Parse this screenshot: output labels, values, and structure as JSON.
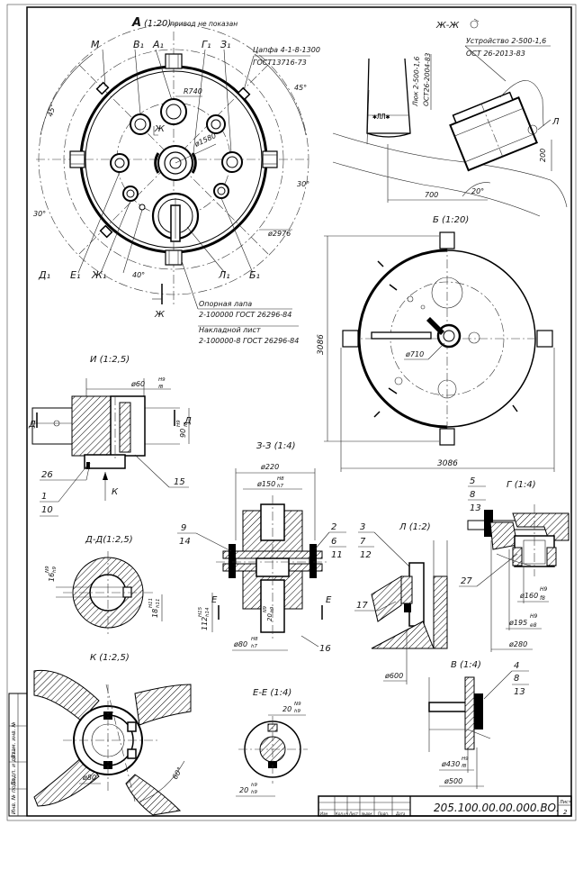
{
  "view_a": {
    "title": "А",
    "scale": "(1:20)",
    "note": "привод не показан",
    "top_labels": [
      "М",
      "В₁",
      "А₁",
      "Г₁",
      "З₁"
    ],
    "bottom_labels": [
      "Д₁",
      "Е₁",
      "Ж₁",
      "Л₁",
      "Б₁"
    ],
    "radius": "R740",
    "dia_1580": "ø1580",
    "dia_2976": "ø2976",
    "angle_45_left": "45°",
    "angle_45_right": "45°",
    "angle_30_left": "30°",
    "angle_30_right": "30°",
    "angle_40": "40°",
    "section_mark": "Ж",
    "trunnion_1": "Цапфа 4-1-8-1300",
    "trunnion_2": "ГОСТ13716-73",
    "support_1": "Опорная лапа",
    "support_2": "2-100000 ГОСТ 26296-84",
    "plate_1": "Накладной лист",
    "plate_2": "2-100000-8 ГОСТ 26296-84"
  },
  "view_zh": {
    "title": "Ж-Ж",
    "device_1": "Устройство 2-500-1,6",
    "device_2": "ОСТ 26-2013-83",
    "hatch_1": "Люк 2-500-1,6",
    "hatch_2": "ОСТ26-2004-83",
    "mark_l": "Л",
    "dim_700": "700",
    "dim_200": "200",
    "angle_20": "20°"
  },
  "view_b": {
    "title": "Б (1:20)",
    "dim_vertical": "3086",
    "dim_horizontal": "3086",
    "dia_710": "ø710"
  },
  "view_i": {
    "title": "И (1:2,5)",
    "dia": "ø60",
    "dia_tol_top": "H9",
    "dia_tol_bot": "f8",
    "dim_90": "90",
    "dim_90_tol_top": "H9",
    "dim_90_tol_bot": "f8",
    "section_mark": "Д",
    "view_mark": "К",
    "pos": [
      "26",
      "1",
      "10",
      "15"
    ]
  },
  "view_33": {
    "title": "З-З (1:4)",
    "dia_220": "ø220",
    "dia_150": "ø150",
    "dia_150_tol_top": "H8",
    "dia_150_tol_bot": "h7",
    "dia_80": "ø80",
    "dia_80_tol_top": "H8",
    "dia_80_tol_bot": "h7",
    "dim_112": "112",
    "dim_112_tol_top": "H15",
    "dim_112_tol_bot": "h14",
    "dim_20": "20",
    "dim_20_tol_top": "N9",
    "dim_20_tol_bot": "h9",
    "section_mark": "Е",
    "pos_left": [
      "9",
      "14"
    ],
    "pos_right": [
      "2",
      "6",
      "11"
    ],
    "pos_bottom": "16"
  },
  "view_l": {
    "title": "Л (1:2)",
    "pos": [
      "3",
      "7",
      "12"
    ],
    "pos_17": "17",
    "dia_600": "ø600"
  },
  "view_g": {
    "title": "Г (1:4)",
    "pos": [
      "5",
      "8",
      "13"
    ],
    "pos_27": "27",
    "dia_160": "ø160",
    "dia_160_tol_top": "H9",
    "dia_160_tol_bot": "f8",
    "dia_195": "ø195",
    "dia_195_tol_top": "H9",
    "dia_195_tol_bot": "e8",
    "dia_280": "ø280"
  },
  "view_dd": {
    "title": "Д-Д(1:2,5)",
    "dim_16": "16",
    "dim_16_tol_top": "N9",
    "dim_16_tol_bot": "h9",
    "dim_18": "18",
    "dim_18_tol_top": "H11",
    "dim_18_tol_bot": "h11"
  },
  "view_k": {
    "title": "К (1:2,5)",
    "dia_80": "ø80",
    "angle_60": "60°"
  },
  "view_ee": {
    "title": "Е-Е (1:4)",
    "dim_20_top": "20",
    "dim_20_top_tol_top": "N9",
    "dim_20_top_tol_bot": "h9",
    "dim_20_bot": "20",
    "dim_20_bot_tol_top": "h9",
    "dim_20_bot_tol_bot": "h9"
  },
  "view_v": {
    "title": "В (1:4)",
    "pos": [
      "4",
      "8",
      "13"
    ],
    "dia_430": "ø430",
    "dia_430_tol_top": "H9",
    "dia_430_tol_bot": "f8",
    "dia_500": "ø500"
  },
  "title_block": {
    "doc_number": "205.100.00.00.000.ВО.",
    "sheet_label": "Лист",
    "sheet_num": "2",
    "col_headers": [
      "Изм",
      "Кол.уч",
      "Лист",
      "№док",
      "Подп.",
      "Дата"
    ]
  },
  "side_stamp": [
    "Инв. № подл.",
    "Подп. и дата",
    "Взам. инв. №"
  ]
}
